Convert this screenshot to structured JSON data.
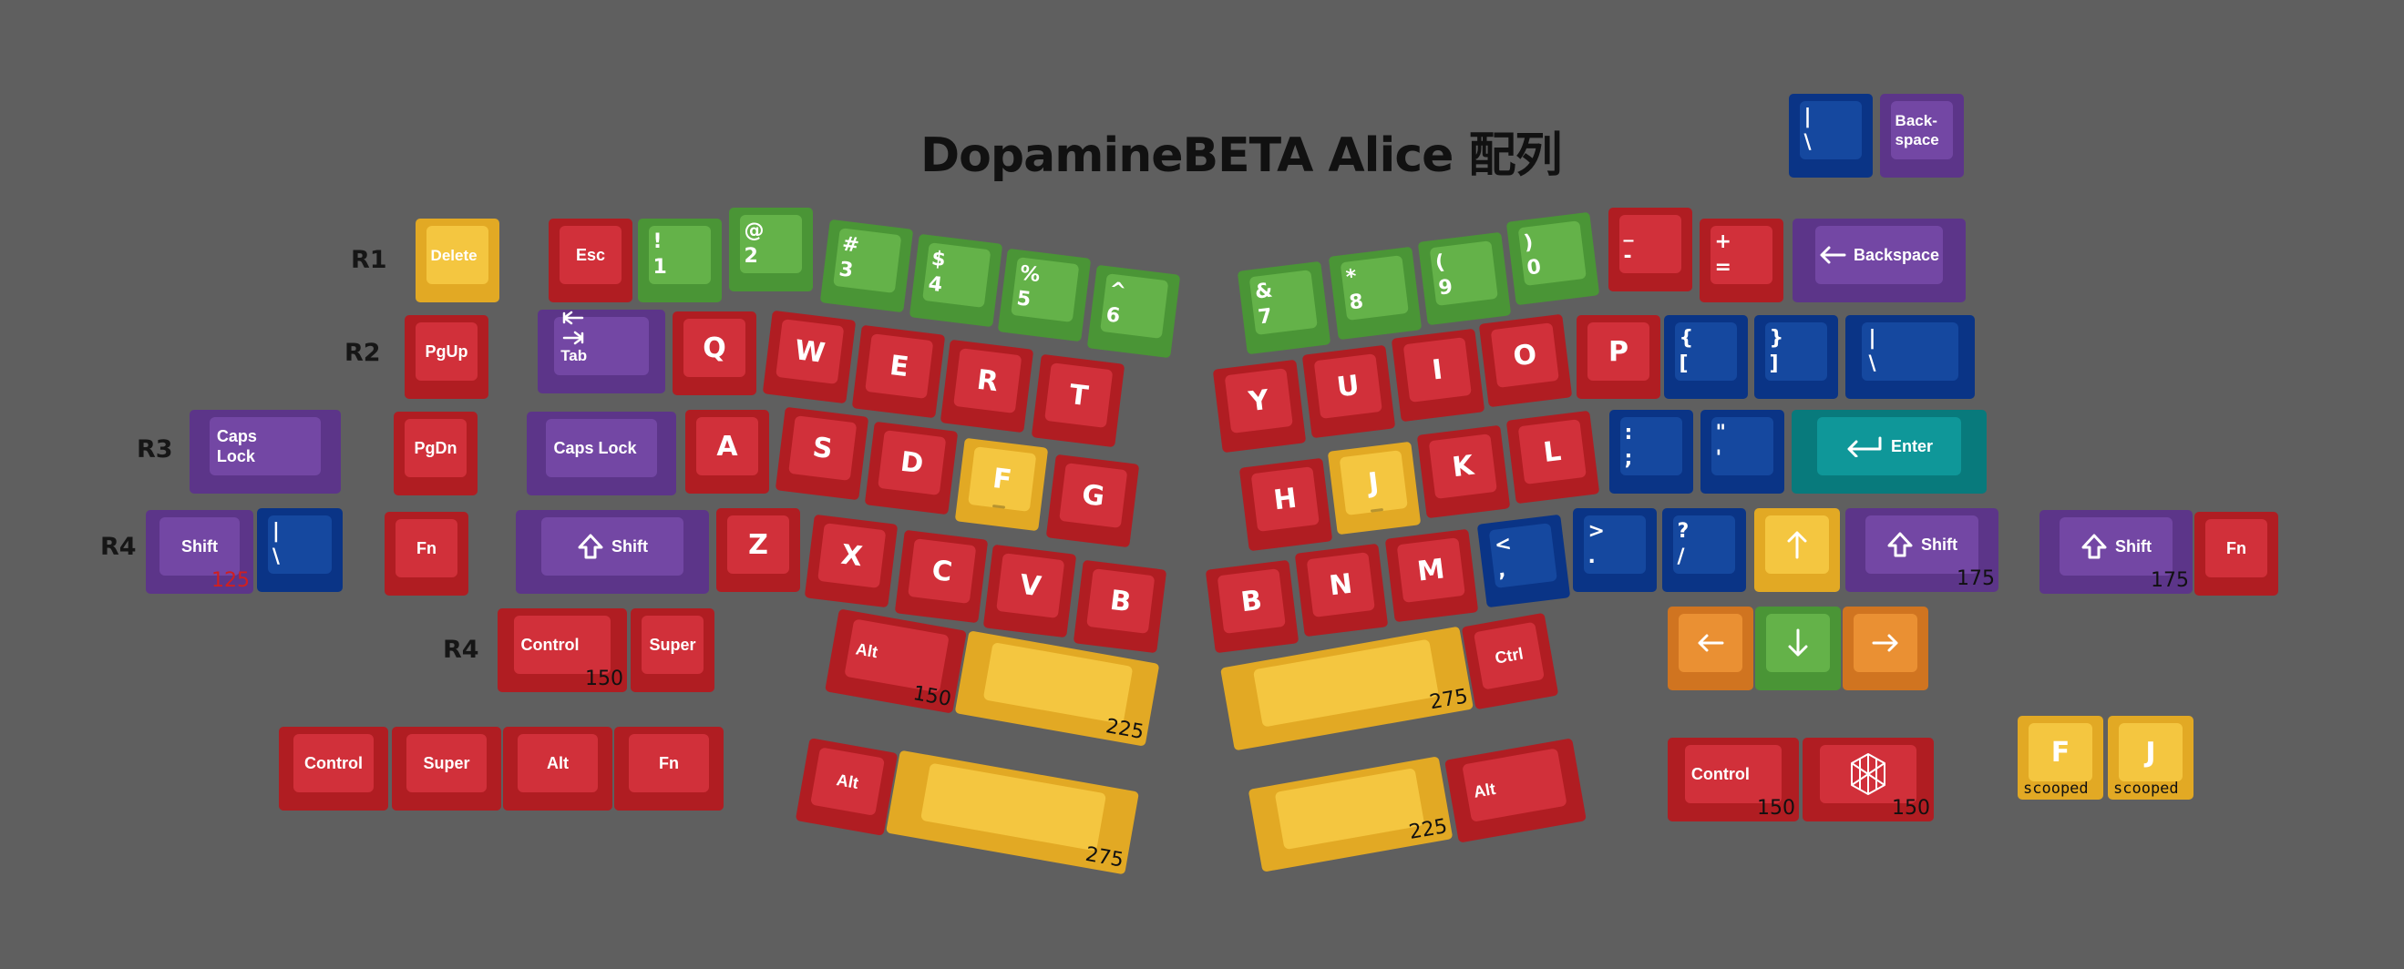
{
  "title": "DopamineBETA Alice 配列",
  "row_labels": [
    "R1",
    "R2",
    "R3",
    "R4",
    "R4"
  ],
  "colors": {
    "background": "#5f5f5f",
    "red": "#c9262b",
    "green": "#58a53e",
    "yellow": "#f0bb2f",
    "purple": "#6a3e98",
    "blue": "#0d3f9b",
    "teal": "#0b8a8c",
    "orange": "#e0832a"
  },
  "keys": [
    {
      "id": "k1",
      "legend": "|\n\\",
      "color": "blue",
      "style": "sym",
      "icon": ""
    },
    {
      "id": "k2",
      "legend": "Back-\nspace",
      "color": "purple",
      "style": "small",
      "icon": ""
    },
    {
      "id": "k3",
      "legend": "Delete",
      "color": "yellow",
      "style": "small",
      "icon": ""
    },
    {
      "id": "k4",
      "legend": "Esc",
      "color": "red",
      "style": "mod",
      "icon": ""
    },
    {
      "id": "k5",
      "legend": "!\n1",
      "color": "green",
      "style": "sym",
      "icon": ""
    },
    {
      "id": "k6",
      "legend": "@\n2",
      "color": "green",
      "style": "sym",
      "icon": ""
    },
    {
      "id": "k7",
      "legend": "#\n3",
      "color": "green",
      "style": "sym",
      "icon": ""
    },
    {
      "id": "k8",
      "legend": "$\n4",
      "color": "green",
      "style": "sym",
      "icon": ""
    },
    {
      "id": "k9",
      "legend": "%\n5",
      "color": "green",
      "style": "sym",
      "icon": ""
    },
    {
      "id": "k10",
      "legend": "^\n6",
      "color": "green",
      "style": "sym",
      "icon": ""
    },
    {
      "id": "k11",
      "legend": "&\n7",
      "color": "green",
      "style": "sym",
      "icon": ""
    },
    {
      "id": "k12",
      "legend": "*\n8",
      "color": "green",
      "style": "sym",
      "icon": ""
    },
    {
      "id": "k13",
      "legend": "(\n9",
      "color": "green",
      "style": "sym",
      "icon": ""
    },
    {
      "id": "k14",
      "legend": ")\n0",
      "color": "green",
      "style": "sym",
      "icon": ""
    },
    {
      "id": "k15",
      "legend": "_\n-",
      "color": "red",
      "style": "sym",
      "icon": ""
    },
    {
      "id": "k16",
      "legend": "+\n=",
      "color": "red",
      "style": "sym",
      "icon": ""
    },
    {
      "id": "k17",
      "legend": "Backspace",
      "color": "purple",
      "style": "mod",
      "icon": "arrow-left-icon"
    },
    {
      "id": "k18",
      "legend": "PgUp",
      "color": "red",
      "style": "mod",
      "icon": ""
    },
    {
      "id": "k19",
      "legend": "Tab",
      "color": "purple",
      "style": "small",
      "icon": "tab-icon"
    },
    {
      "id": "k20",
      "legend": "Q",
      "color": "red",
      "style": "big",
      "icon": ""
    },
    {
      "id": "k21",
      "legend": "W",
      "color": "red",
      "style": "big",
      "icon": ""
    },
    {
      "id": "k22",
      "legend": "E",
      "color": "red",
      "style": "big",
      "icon": ""
    },
    {
      "id": "k23",
      "legend": "R",
      "color": "red",
      "style": "big",
      "icon": ""
    },
    {
      "id": "k24",
      "legend": "T",
      "color": "red",
      "style": "big",
      "icon": ""
    },
    {
      "id": "k25",
      "legend": "Y",
      "color": "red",
      "style": "big",
      "icon": ""
    },
    {
      "id": "k26",
      "legend": "U",
      "color": "red",
      "style": "big",
      "icon": ""
    },
    {
      "id": "k27",
      "legend": "I",
      "color": "red",
      "style": "big",
      "icon": ""
    },
    {
      "id": "k28",
      "legend": "O",
      "color": "red",
      "style": "big",
      "icon": ""
    },
    {
      "id": "k29",
      "legend": "P",
      "color": "red",
      "style": "big",
      "icon": ""
    },
    {
      "id": "k30",
      "legend": "{\n[",
      "color": "blue",
      "style": "sym",
      "icon": ""
    },
    {
      "id": "k31",
      "legend": "}\n]",
      "color": "blue",
      "style": "sym",
      "icon": ""
    },
    {
      "id": "k32",
      "legend": "|\n\\",
      "color": "blue",
      "style": "sym",
      "icon": ""
    },
    {
      "id": "k33",
      "legend": "Caps\nLock",
      "color": "purple",
      "style": "mod",
      "icon": ""
    },
    {
      "id": "k34",
      "legend": "PgDn",
      "color": "red",
      "style": "mod",
      "icon": ""
    },
    {
      "id": "k35",
      "legend": "Caps Lock",
      "color": "purple",
      "style": "mod",
      "icon": ""
    },
    {
      "id": "k36",
      "legend": "A",
      "color": "red",
      "style": "big",
      "icon": ""
    },
    {
      "id": "k37",
      "legend": "S",
      "color": "red",
      "style": "big",
      "icon": ""
    },
    {
      "id": "k38",
      "legend": "D",
      "color": "red",
      "style": "big",
      "icon": ""
    },
    {
      "id": "k39",
      "legend": "F",
      "color": "yellow",
      "style": "big",
      "icon": ""
    },
    {
      "id": "k40",
      "legend": "G",
      "color": "red",
      "style": "big",
      "icon": ""
    },
    {
      "id": "k41",
      "legend": "H",
      "color": "red",
      "style": "big",
      "icon": ""
    },
    {
      "id": "k42",
      "legend": "J",
      "color": "yellow",
      "style": "big",
      "icon": ""
    },
    {
      "id": "k43",
      "legend": "K",
      "color": "red",
      "style": "big",
      "icon": ""
    },
    {
      "id": "k44",
      "legend": "L",
      "color": "red",
      "style": "big",
      "icon": ""
    },
    {
      "id": "k45",
      "legend": ":\n;",
      "color": "blue",
      "style": "sym",
      "icon": ""
    },
    {
      "id": "k46",
      "legend": "\"\n'",
      "color": "blue",
      "style": "sym",
      "icon": ""
    },
    {
      "id": "k47",
      "legend": "Enter",
      "color": "teal",
      "style": "mod",
      "icon": "enter-icon"
    },
    {
      "id": "k48",
      "legend": "Shift",
      "color": "purple",
      "style": "mod",
      "icon": ""
    },
    {
      "id": "k49",
      "legend": "|\n\\",
      "color": "blue",
      "style": "sym",
      "icon": ""
    },
    {
      "id": "k50",
      "legend": "Fn",
      "color": "red",
      "style": "mod",
      "icon": ""
    },
    {
      "id": "k51",
      "legend": "Shift",
      "color": "purple",
      "style": "mod",
      "icon": "shift-icon"
    },
    {
      "id": "k52",
      "legend": "Z",
      "color": "red",
      "style": "big",
      "icon": ""
    },
    {
      "id": "k53",
      "legend": "X",
      "color": "red",
      "style": "big",
      "icon": ""
    },
    {
      "id": "k54",
      "legend": "C",
      "color": "red",
      "style": "big",
      "icon": ""
    },
    {
      "id": "k55",
      "legend": "V",
      "color": "red",
      "style": "big",
      "icon": ""
    },
    {
      "id": "k56",
      "legend": "B",
      "color": "red",
      "style": "big",
      "icon": ""
    },
    {
      "id": "k57",
      "legend": "B",
      "color": "red",
      "style": "big",
      "icon": ""
    },
    {
      "id": "k58",
      "legend": "N",
      "color": "red",
      "style": "big",
      "icon": ""
    },
    {
      "id": "k59",
      "legend": "M",
      "color": "red",
      "style": "big",
      "icon": ""
    },
    {
      "id": "k60",
      "legend": "<\n,",
      "color": "blue",
      "style": "sym",
      "icon": ""
    },
    {
      "id": "k61",
      "legend": ">\n.",
      "color": "blue",
      "style": "sym",
      "icon": ""
    },
    {
      "id": "k62",
      "legend": "?\n/",
      "color": "blue",
      "style": "sym",
      "icon": ""
    },
    {
      "id": "k63",
      "legend": "",
      "color": "yellow",
      "style": "mod",
      "icon": "arrow-up-icon"
    },
    {
      "id": "k64",
      "legend": "Shift",
      "color": "purple",
      "style": "mod",
      "icon": "shift-icon"
    },
    {
      "id": "k65",
      "legend": "Shift",
      "color": "purple",
      "style": "mod",
      "icon": "shift-icon"
    },
    {
      "id": "k66",
      "legend": "Fn",
      "color": "red",
      "style": "mod",
      "icon": ""
    },
    {
      "id": "k67",
      "legend": "Control",
      "color": "red",
      "style": "mod",
      "icon": ""
    },
    {
      "id": "k68",
      "legend": "Super",
      "color": "red",
      "style": "mod",
      "icon": ""
    },
    {
      "id": "k69",
      "legend": "Alt",
      "color": "red",
      "style": "mod",
      "icon": ""
    },
    {
      "id": "k70",
      "legend": "",
      "color": "yellow",
      "style": "mod",
      "icon": ""
    },
    {
      "id": "k71",
      "legend": "",
      "color": "yellow",
      "style": "mod",
      "icon": ""
    },
    {
      "id": "k72",
      "legend": "Ctrl",
      "color": "red",
      "style": "mod",
      "icon": ""
    },
    {
      "id": "k73",
      "legend": "",
      "color": "orange",
      "style": "mod",
      "icon": "arrow-left-icon"
    },
    {
      "id": "k74",
      "legend": "",
      "color": "green",
      "style": "mod",
      "icon": "arrow-down-icon"
    },
    {
      "id": "k75",
      "legend": "",
      "color": "orange",
      "style": "mod",
      "icon": "arrow-right-icon"
    },
    {
      "id": "k76",
      "legend": "Control",
      "color": "red",
      "style": "mod",
      "icon": ""
    },
    {
      "id": "k77",
      "legend": "Super",
      "color": "red",
      "style": "mod",
      "icon": ""
    },
    {
      "id": "k78",
      "legend": "Alt",
      "color": "red",
      "style": "mod",
      "icon": ""
    },
    {
      "id": "k79",
      "legend": "Fn",
      "color": "red",
      "style": "mod",
      "icon": ""
    },
    {
      "id": "k80",
      "legend": "Alt",
      "color": "red",
      "style": "mod",
      "icon": ""
    },
    {
      "id": "k81",
      "legend": "",
      "color": "yellow",
      "style": "mod",
      "icon": ""
    },
    {
      "id": "k82",
      "legend": "",
      "color": "yellow",
      "style": "mod",
      "icon": ""
    },
    {
      "id": "k83",
      "legend": "Alt",
      "color": "red",
      "style": "mod",
      "icon": ""
    },
    {
      "id": "k84",
      "legend": "Control",
      "color": "red",
      "style": "mod",
      "icon": ""
    },
    {
      "id": "k85",
      "legend": "",
      "color": "red",
      "style": "mod",
      "icon": "cube-logo-icon"
    },
    {
      "id": "k86",
      "legend": "F",
      "color": "yellow",
      "style": "big",
      "icon": ""
    },
    {
      "id": "k87",
      "legend": "J",
      "color": "yellow",
      "style": "big",
      "icon": ""
    }
  ],
  "size_labels": {
    "k48": "125",
    "k64": "175",
    "k65": "175",
    "k67": "150",
    "k69": "150",
    "k70": "225",
    "k71": "275",
    "k81": "275",
    "k82": "225",
    "k84": "150",
    "k85": "150"
  },
  "scooped_labels": {
    "k86": "scooped",
    "k87": "scooped"
  }
}
